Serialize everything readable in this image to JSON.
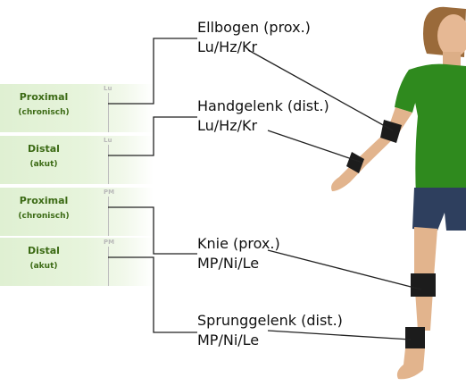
{
  "panels": [
    {
      "title": "Proximal",
      "subtitle": "(chronisch)",
      "tag": "Lu"
    },
    {
      "title": "Distal",
      "subtitle": "(akut)",
      "tag": "Lu"
    },
    {
      "title": "Proximal",
      "subtitle": "(chronisch)",
      "tag": "PM"
    },
    {
      "title": "Distal",
      "subtitle": "(akut)",
      "tag": "PM"
    }
  ],
  "labels": [
    {
      "location": "Ellbogen (prox.)",
      "meridians": "Lu/Hz/Kr"
    },
    {
      "location": "Handgelenk (dist.)",
      "meridians": "Lu/Hz/Kr"
    },
    {
      "location": "Knie (prox.)",
      "meridians": "MP/Ni/Le"
    },
    {
      "location": "Sprunggelenk (dist.)",
      "meridians": "MP/Ni/Le"
    }
  ],
  "colors": {
    "panel_text": "#3b6a14",
    "panel_bg": "#dff0d2",
    "shirt": "#2f8a1e",
    "shorts": "#2e3f5e",
    "skin": "#e2b48d",
    "band": "#1c1c1c"
  }
}
